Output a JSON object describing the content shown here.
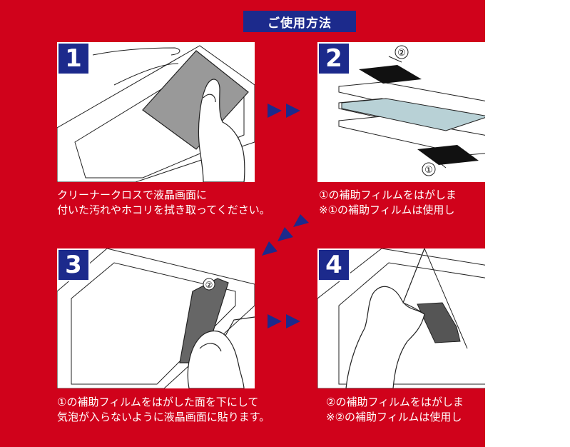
{
  "header": {
    "title": "ご使用方法"
  },
  "steps": [
    {
      "number": "1",
      "caption_lines": [
        "クリーナークロスで液晶画面に",
        "付いた汚れやホコリを拭き取ってください。"
      ]
    },
    {
      "number": "2",
      "callout_top": "②",
      "callout_bottom": "①",
      "caption_lines": [
        "①の補助フィルムをはがしま",
        "※①の補助フィルムは使用し"
      ]
    },
    {
      "number": "3",
      "card_mark": "②",
      "caption_lines": [
        "①の補助フィルムをはがした面を下にして",
        "気泡が入らないように液晶画面に貼ります。"
      ]
    },
    {
      "number": "4",
      "caption_lines": [
        "②の補助フィルムをはがしま",
        "※②の補助フィルムは使用し"
      ]
    }
  ],
  "colors": {
    "background": "#d0021b",
    "accent": "#1c2a8c",
    "panel": "#ffffff"
  }
}
